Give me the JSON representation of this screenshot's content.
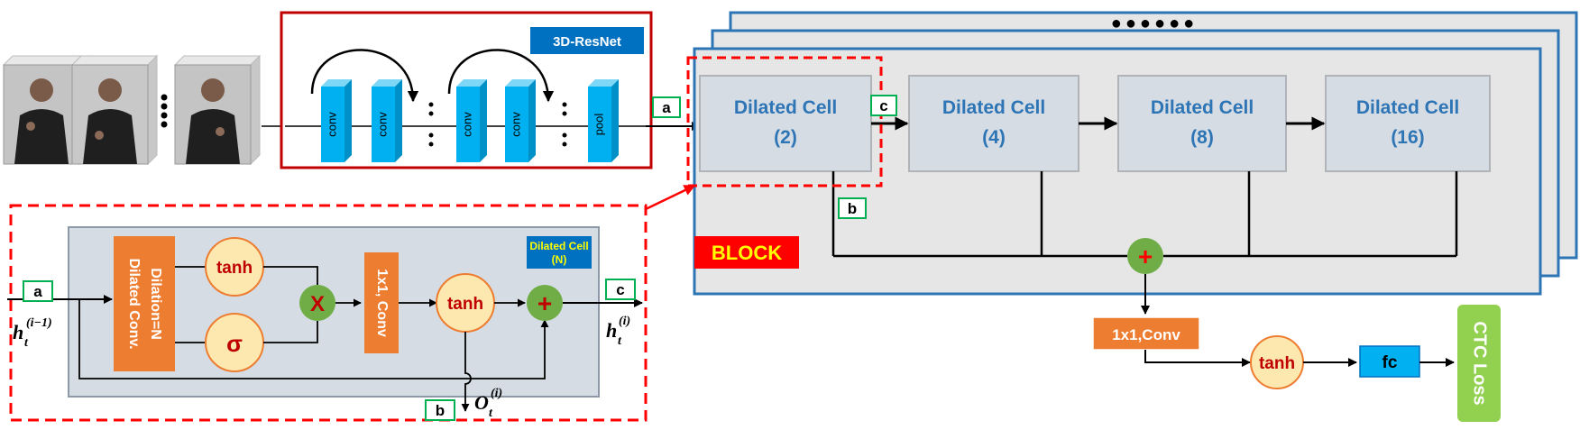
{
  "resnet": {
    "title": "3D-ResNet",
    "layers": [
      "conv",
      "conv",
      "conv",
      "conv",
      "pool"
    ]
  },
  "block": {
    "label": "BLOCK",
    "stack_dots": "●●●●●●",
    "cells": [
      {
        "name": "Dilated Cell",
        "rate": "(2)"
      },
      {
        "name": "Dilated Cell",
        "rate": "(4)"
      },
      {
        "name": "Dilated Cell",
        "rate": "(8)"
      },
      {
        "name": "Dilated Cell",
        "rate": "(16)"
      }
    ]
  },
  "markers": {
    "a": "a",
    "b": "b",
    "c": "c"
  },
  "cell_detail": {
    "title_line1": "Dilated Cell",
    "title_line2": "(N)",
    "dilated_conv_line1": "Dilated Conv.",
    "dilated_conv_line2": "Dilation=N",
    "tanh": "tanh",
    "sigma": "σ",
    "multiply": "X",
    "conv1x1": "1x1, Conv",
    "tanh2": "tanh",
    "plus": "+",
    "h_in_base": "h",
    "h_in_sub": "t",
    "h_in_sup": "(i−1)",
    "h_out_base": "h",
    "h_out_sub": "t",
    "h_out_sup": "(i)",
    "o_base": "O",
    "o_sub": "t",
    "o_sup": "(i)"
  },
  "head": {
    "plus": "+",
    "conv": "1x1,Conv",
    "tanh": "tanh",
    "fc": "fc",
    "loss": "CTC Loss"
  },
  "colors": {
    "resnet_border": "#c00000",
    "resnet_badge": "#0070c0",
    "conv_block": "#00b0f0",
    "block_border": "#2e75b6",
    "cell_fill": "#d6dce4",
    "cell_text": "#2e75b6",
    "dashed": "#ff0000",
    "orange": "#ed7d31",
    "tanh_fill": "#fde8b0",
    "green": "#70ad47",
    "fc_fill": "#00b0f0",
    "loss_fill": "#92d050"
  }
}
